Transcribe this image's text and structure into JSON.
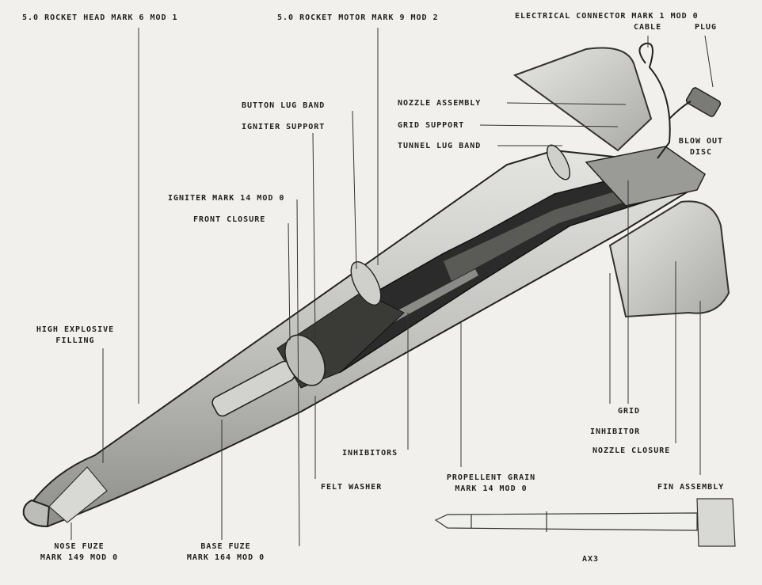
{
  "callouts": {
    "rocket_head": "5.0 ROCKET HEAD MARK 6 MOD 1",
    "rocket_motor": "5.0 ROCKET MOTOR MARK 9 MOD 2",
    "connector_title": "ELECTRICAL CONNECTOR MARK 1 MOD 0",
    "cable": "CABLE",
    "plug": "PLUG",
    "button_lug_band": "BUTTON LUG BAND",
    "igniter_support": "IGNITER SUPPORT",
    "nozzle_assembly": "NOZZLE ASSEMBLY",
    "grid_support": "GRID SUPPORT",
    "tunnel_lug_band": "TUNNEL LUG BAND",
    "blow_out_disc_1": "BLOW OUT",
    "blow_out_disc_2": "DISC",
    "igniter": "IGNITER MARK 14 MOD 0",
    "front_closure": "FRONT CLOSURE",
    "he_filling_1": "HIGH EXPLOSIVE",
    "he_filling_2": "FILLING",
    "grid": "GRID",
    "inhibitor": "INHIBITOR",
    "nozzle_closure": "NOZZLE CLOSURE",
    "inhibitors": "INHIBITORS",
    "propellent_grain_1": "PROPELLENT GRAIN",
    "propellent_grain_2": "MARK 14 MOD 0",
    "fin_assembly": "FIN ASSEMBLY",
    "felt_washer": "FELT WASHER",
    "nose_fuze_1": "NOSE FUZE",
    "nose_fuze_2": "MARK 149 MOD 0",
    "base_fuze_1": "BASE FUZE",
    "base_fuze_2": "MARK 164 MOD 0",
    "scale_note": "AX3"
  },
  "colors": {
    "paper": "#f1f0ec",
    "ink": "#1e1e1e",
    "body": "#c9c9c5",
    "dark": "#2b2b2b"
  }
}
